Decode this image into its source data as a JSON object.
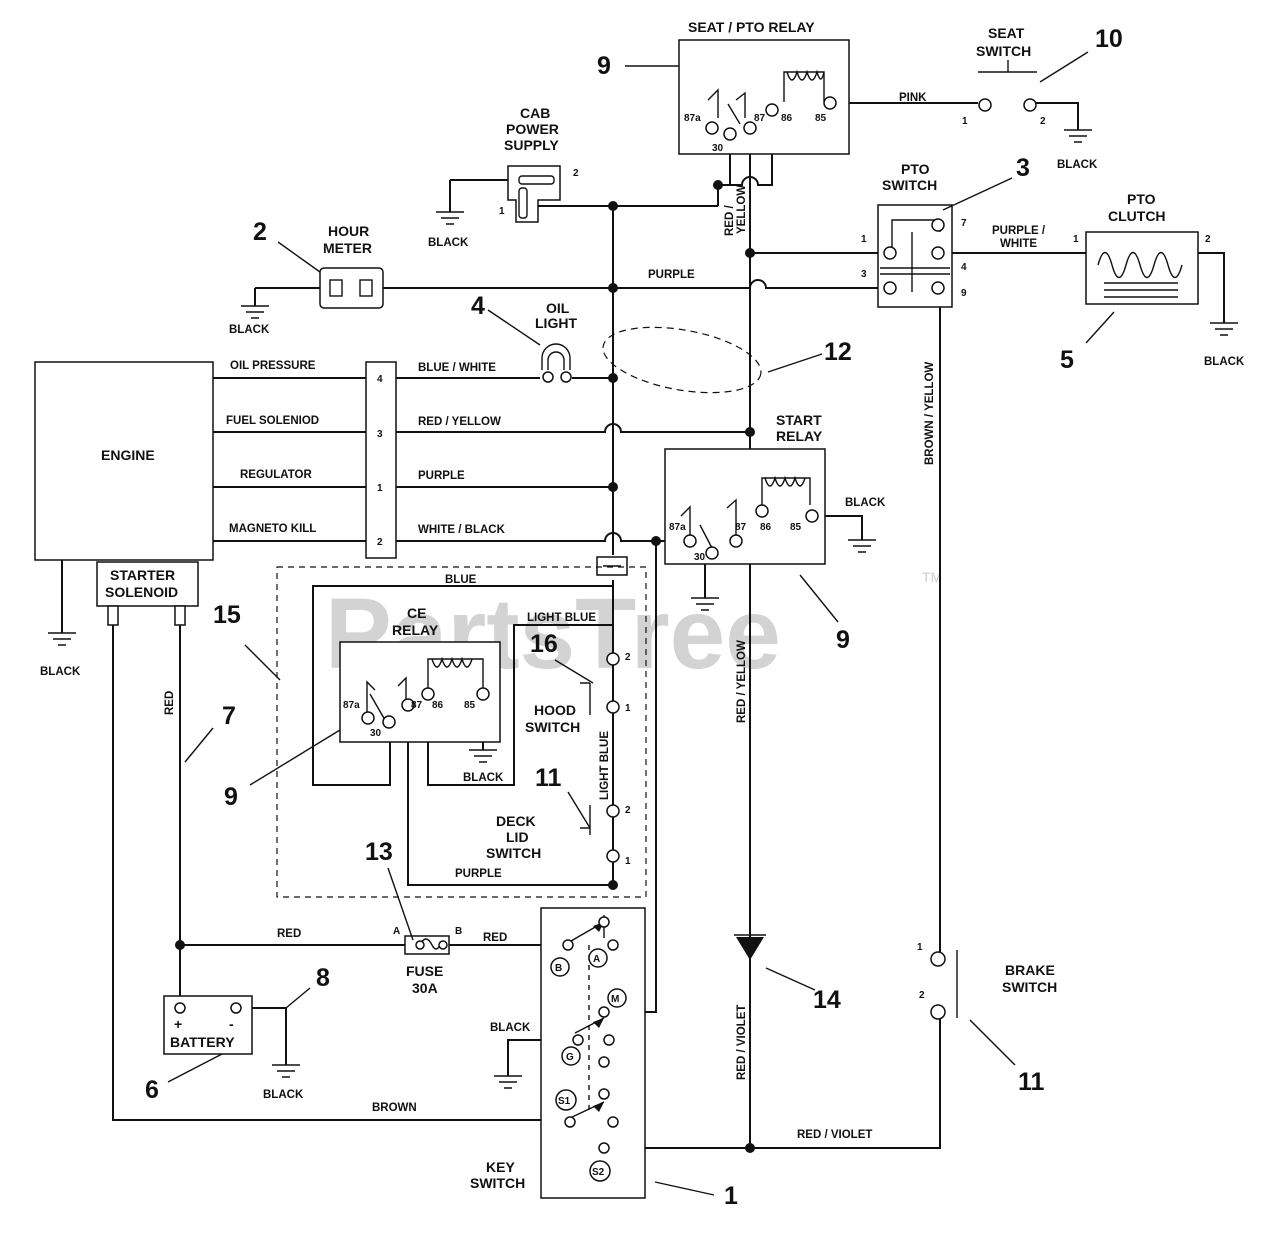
{
  "watermark": "PartsTree",
  "trademark": "TM",
  "components": {
    "seat_pto_relay": "SEAT / PTO RELAY",
    "seat_switch": [
      "SEAT",
      "SWITCH"
    ],
    "cab_power_supply": [
      "CAB",
      "POWER",
      "SUPPLY"
    ],
    "hour_meter": [
      "HOUR",
      "METER"
    ],
    "pto_switch": [
      "PTO",
      "SWITCH"
    ],
    "pto_clutch": [
      "PTO",
      "CLUTCH"
    ],
    "oil_light": [
      "OIL",
      "LIGHT"
    ],
    "engine": "ENGINE",
    "start_relay": [
      "START",
      "RELAY"
    ],
    "starter_solenoid": [
      "STARTER",
      "SOLENOID"
    ],
    "ce_relay": [
      "CE",
      "RELAY"
    ],
    "hood_switch": [
      "HOOD",
      "SWITCH"
    ],
    "deck_lid_switch": [
      "DECK",
      "LID",
      "SWITCH"
    ],
    "fuse": [
      "FUSE",
      "30A"
    ],
    "battery": "BATTERY",
    "key_switch": [
      "KEY",
      "SWITCH"
    ],
    "brake_switch": [
      "BRAKE",
      "SWITCH"
    ]
  },
  "engine_leads": [
    {
      "label": "OIL PRESSURE",
      "pin": "4",
      "wire": "BLUE / WHITE"
    },
    {
      "label": "FUEL SOLENIOD",
      "pin": "3",
      "wire": "RED / YELLOW"
    },
    {
      "label": "REGULATOR",
      "pin": "1",
      "wire": "PURPLE"
    },
    {
      "label": "MAGNETO KILL",
      "pin": "2",
      "wire": "WHITE / BLACK"
    }
  ],
  "wire_labels": {
    "pink": "PINK",
    "purple": "PURPLE",
    "purple_white": [
      "PURPLE /",
      "WHITE"
    ],
    "red_yellow_v": [
      "RED /",
      "YELLOW"
    ],
    "red_yellow": "RED / YELLOW",
    "brown_yellow": "BROWN / YELLOW",
    "blue": "BLUE",
    "light_blue": "LIGHT BLUE",
    "red": "RED",
    "brown": "BROWN",
    "red_violet": "RED / VIOLET",
    "black": "BLACK"
  },
  "relay_pins": [
    "87a",
    "30",
    "87",
    "86",
    "85"
  ],
  "pto_switch_pins": [
    "1",
    "3",
    "7",
    "4",
    "9"
  ],
  "pin_labels": {
    "one": "1",
    "two": "2"
  },
  "battery_signs": [
    "+",
    "-"
  ],
  "fuse_pins": [
    "A",
    "B"
  ],
  "key_terminals": [
    "B",
    "A",
    "M",
    "G",
    "S1",
    "S2"
  ],
  "callouts": {
    "c1": "1",
    "c2": "2",
    "c3": "3",
    "c4": "4",
    "c5": "5",
    "c6": "6",
    "c7": "7",
    "c8": "8",
    "c9a": "9",
    "c9b": "9",
    "c9c": "9",
    "c10": "10",
    "c11a": "11",
    "c11b": "11",
    "c12": "12",
    "c13": "13",
    "c14": "14",
    "c15": "15",
    "c16": "16"
  }
}
